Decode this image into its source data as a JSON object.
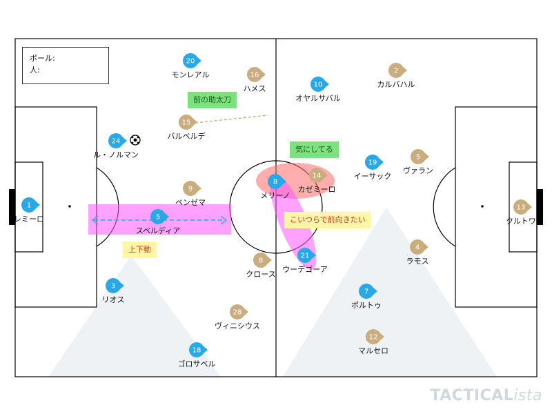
{
  "legend": {
    "ball": "ボール:",
    "person": "人:"
  },
  "notes": {
    "sword": "前の助太刀",
    "worry": "気にしてる",
    "updown": "上下動",
    "forward": "こいつらで前向きたい"
  },
  "brand": {
    "main": "TACTICAL",
    "suffix": "ista"
  },
  "colors": {
    "blue": "#29a8e8",
    "gold": "#c9ad7e",
    "highlight_pink": "#ff55ff",
    "highlight_red": "#ff6a6a",
    "pass_arrow": "#e8304a"
  },
  "players": [
    {
      "id": "p1",
      "num": "1",
      "name": "レミーロ",
      "team": "blue"
    },
    {
      "id": "p3",
      "num": "3",
      "name": "リオス",
      "team": "blue"
    },
    {
      "id": "p5",
      "num": "5",
      "name": "スベルディア",
      "team": "blue"
    },
    {
      "id": "p18",
      "num": "18",
      "name": "ゴロサベル",
      "team": "blue"
    },
    {
      "id": "p24",
      "num": "24",
      "name": "ル・ノルマン",
      "team": "blue"
    },
    {
      "id": "p20",
      "num": "20",
      "name": "モンレアル",
      "team": "blue"
    },
    {
      "id": "p8b",
      "num": "8",
      "name": "メリーノ",
      "team": "blue"
    },
    {
      "id": "p21",
      "num": "21",
      "name": "ウーデゴーア",
      "team": "blue"
    },
    {
      "id": "p10",
      "num": "10",
      "name": "オヤルサバル",
      "team": "blue"
    },
    {
      "id": "p19",
      "num": "19",
      "name": "イーサック",
      "team": "blue"
    },
    {
      "id": "p7",
      "num": "7",
      "name": "ポルトゥ",
      "team": "blue"
    },
    {
      "id": "p13",
      "num": "13",
      "name": "クルトワ",
      "team": "gold"
    },
    {
      "id": "p2",
      "num": "2",
      "name": "カルバハル",
      "team": "gold"
    },
    {
      "id": "p5g",
      "num": "5",
      "name": "ヴァラン",
      "team": "gold"
    },
    {
      "id": "p4",
      "num": "4",
      "name": "ラモス",
      "team": "gold"
    },
    {
      "id": "p12",
      "num": "12",
      "name": "マルセロ",
      "team": "gold"
    },
    {
      "id": "p14",
      "num": "14",
      "name": "カゼミーロ",
      "team": "gold"
    },
    {
      "id": "p8g",
      "num": "8",
      "name": "クロース",
      "team": "gold"
    },
    {
      "id": "p16",
      "num": "16",
      "name": "ハメス",
      "team": "gold"
    },
    {
      "id": "p15",
      "num": "15",
      "name": "バルベルデ",
      "team": "gold"
    },
    {
      "id": "p9",
      "num": "9",
      "name": "ベンゼマ",
      "team": "gold"
    },
    {
      "id": "p28",
      "num": "28",
      "name": "ヴィニシウス",
      "team": "gold"
    }
  ]
}
